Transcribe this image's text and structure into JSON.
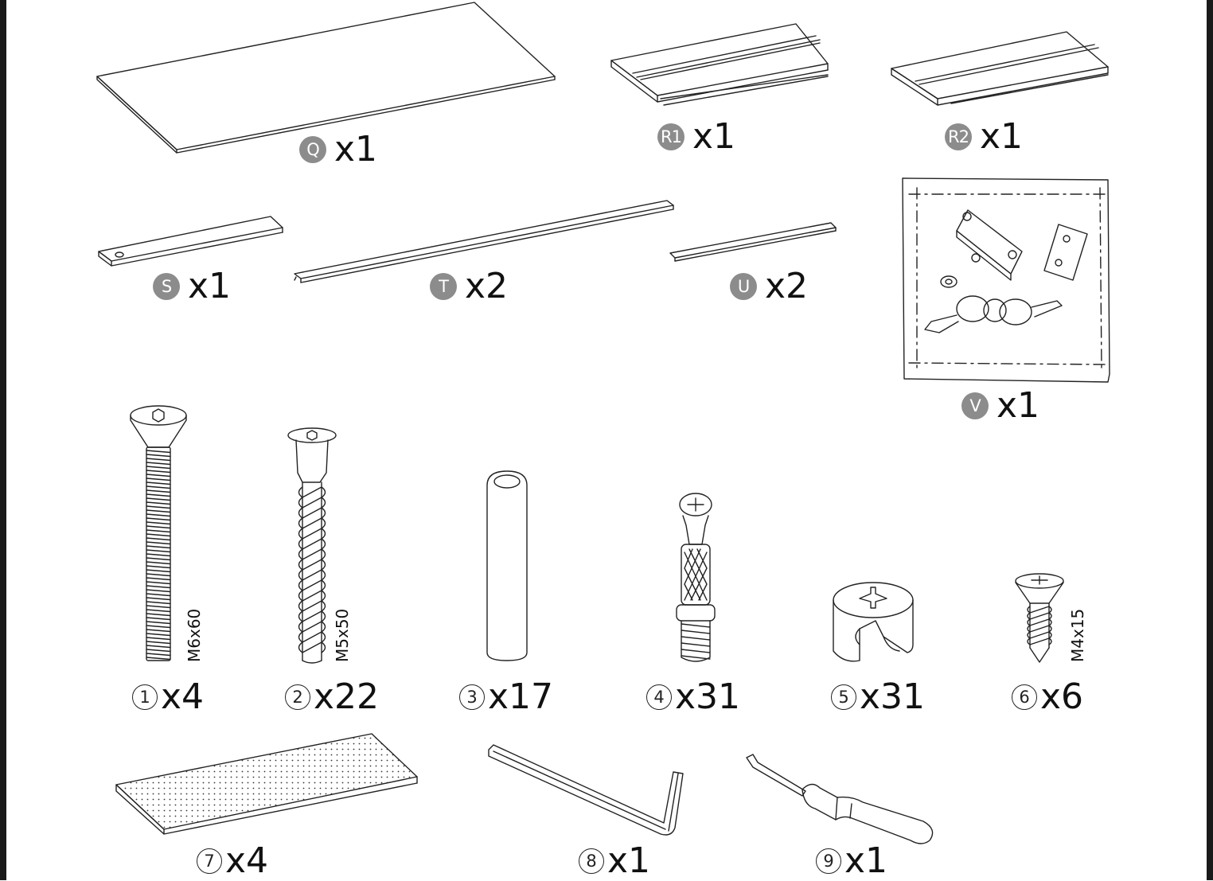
{
  "panels": [
    {
      "badge": "Q",
      "qty": "x1"
    },
    {
      "badge": "R1",
      "qty": "x1"
    },
    {
      "badge": "R2",
      "qty": "x1"
    },
    {
      "badge": "S",
      "qty": "x1"
    },
    {
      "badge": "T",
      "qty": "x2"
    },
    {
      "badge": "U",
      "qty": "x2"
    },
    {
      "badge": "V",
      "qty": "x1"
    }
  ],
  "hardware": [
    {
      "num": "1",
      "qty": "x4",
      "size": "M6x60"
    },
    {
      "num": "2",
      "qty": "x22",
      "size": "M5x50"
    },
    {
      "num": "3",
      "qty": "x17"
    },
    {
      "num": "4",
      "qty": "x31"
    },
    {
      "num": "5",
      "qty": "x31"
    },
    {
      "num": "6",
      "qty": "x6",
      "size": "M4x15"
    },
    {
      "num": "7",
      "qty": "x4"
    },
    {
      "num": "8",
      "qty": "x1"
    },
    {
      "num": "9",
      "qty": "x1"
    }
  ],
  "colors": {
    "badge": "#8c8c8c",
    "line": "#222222"
  }
}
